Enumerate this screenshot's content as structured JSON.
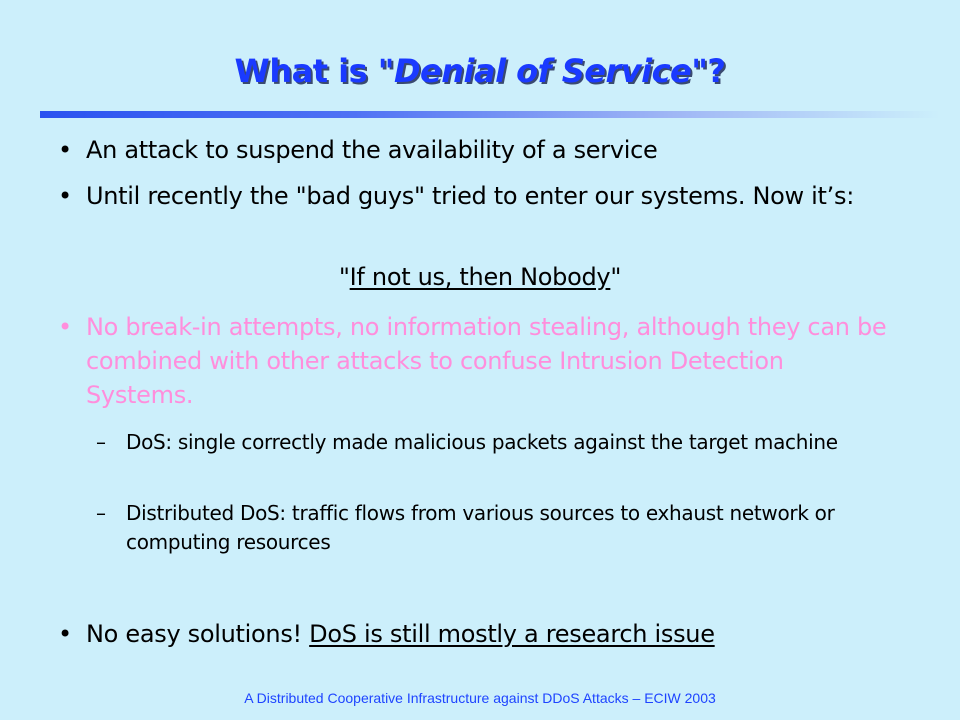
{
  "title": {
    "prefix": "What is \"",
    "emphasis": "Denial of Service",
    "suffix": "\"?"
  },
  "bullets": [
    {
      "text": "An attack to suspend the availability of a service"
    },
    {
      "text": "Until recently the \"bad guys\" tried to enter our systems. Now it’s:"
    }
  ],
  "quote": {
    "open": "\"",
    "text": "If not us, then Nobody",
    "close": "\""
  },
  "pink_bullet": "No break-in attempts, no information stealing, although they can be combined with other attacks to confuse Intrusion Detection Systems.",
  "sub_items": [
    {
      "dash": "–",
      "text": "DoS: single correctly made malicious packets against the target machine"
    },
    {
      "dash": "–",
      "text": "Distributed DoS: traffic flows from various sources to exhaust network or computing resources"
    }
  ],
  "last_bullet": {
    "prefix": "No easy solutions! ",
    "underlined": "DoS is still mostly a research issue"
  },
  "bullet_glyph": "•",
  "footer": "A Distributed Cooperative Infrastructure against DDoS Attacks – ECIW 2003",
  "colors": {
    "background": "#cceffb",
    "title": "#1a3aff",
    "pink_text": "#ff8edc",
    "footer": "#1e44ff"
  }
}
